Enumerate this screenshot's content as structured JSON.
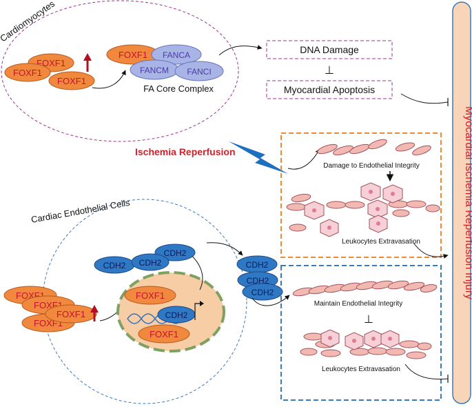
{
  "cardiomyocytes": {
    "title": "Cardiomyocytes",
    "foxf1_cluster": [
      "FOXF1",
      "FOXF1",
      "FOXF1"
    ],
    "fa_complex_proteins": [
      "FOXF1",
      "FANCA",
      "FANCM",
      "FANCI"
    ],
    "fa_complex_label": "FA Core Complex"
  },
  "outcomes_top": {
    "dna_damage": "DNA Damage",
    "inhibit_symbol": "⊥",
    "apoptosis": "Myocardial Apoptosis"
  },
  "trigger": {
    "label": "Ischemia Reperfusion"
  },
  "injury_bar": {
    "label": "Myocardial Ischemia Reperfusion Injury"
  },
  "endothelial": {
    "title": "Cardiac Endothelial Cells",
    "foxf1_cluster": [
      "FOXF1",
      "FOXF1",
      "FOXF1",
      "FOXF1"
    ],
    "nucleus_foxf1_top": "FOXF1",
    "nucleus_cdh2": "CDH2",
    "nucleus_foxf1_bottom": "FOXF1",
    "cytoplasm_cdh2": [
      "CDH2",
      "CDH2",
      "CDH2"
    ],
    "secreted_cdh2": [
      "CDH2",
      "CDH2",
      "CDH2"
    ]
  },
  "panel_injury": {
    "damage_label": "Damage to Endothelial Integrity",
    "extravasation_label": "Leukocytes Extravasation"
  },
  "panel_protect": {
    "maintain_label": "Maintain Endothelial Integrity",
    "inhibit_symbol": "⊥",
    "extravasation_label": "Leukocytes Extravasation"
  },
  "colors": {
    "foxf1_fill": "#f0883e",
    "fa_fill": "#a9b4e6",
    "cdh2_fill": "#2f78c4",
    "endothelial_cell": "#f2b9b2",
    "leukocyte": "#f6d0d6",
    "nucleus": "#f7cda6",
    "injury_bar_fill": "#f8d4b8",
    "injury_bar_border": "#3a7ab8",
    "injury_box_border": "#f08a30",
    "protect_box_border": "#3a7ab8",
    "cardiomyocyte_border": "#a0308a",
    "endothelial_border": "#3a7ab8",
    "red_text": "#d4202a",
    "bolt": "#1d6fc0"
  }
}
